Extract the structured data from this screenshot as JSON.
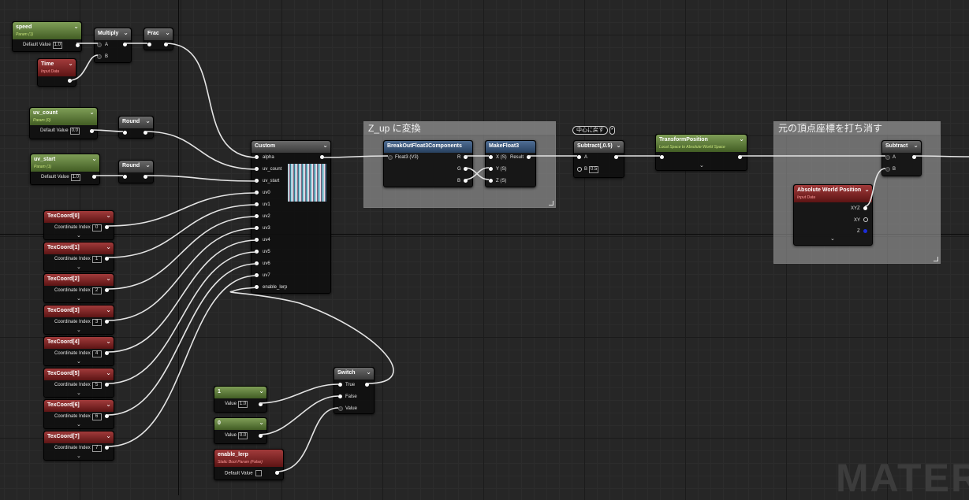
{
  "comments": {
    "zup": "Z_up に変換",
    "remove_vertex": "元の頂点座標を打ち消す"
  },
  "tag_center": "中心に戻す",
  "watermark": "MATER",
  "nodes": {
    "speed": {
      "title": "speed",
      "sub": "Param (1)",
      "label": "Default Value",
      "value": "1.0"
    },
    "time": {
      "title": "Time",
      "sub": "Input Data"
    },
    "multiply": {
      "title": "Multiply",
      "a": "A",
      "b": "B"
    },
    "frac": {
      "title": "Frac"
    },
    "uv_count": {
      "title": "uv_count",
      "sub": "Param (0)",
      "label": "Default Value",
      "value": "0.0"
    },
    "uv_start": {
      "title": "uv_start",
      "sub": "Param (1)",
      "label": "Default Value",
      "value": "1.0"
    },
    "round1": {
      "title": "Round"
    },
    "round2": {
      "title": "Round"
    },
    "custom": {
      "title": "Custom",
      "inputs": [
        "alpha",
        "uv_count",
        "uv_start",
        "uv0",
        "uv1",
        "uv2",
        "uv3",
        "uv4",
        "uv5",
        "uv6",
        "uv7",
        "enable_lerp"
      ]
    },
    "texcoords": [
      {
        "title": "TexCoord[0]",
        "label": "Coordinate Index",
        "value": "0"
      },
      {
        "title": "TexCoord[1]",
        "label": "Coordinate Index",
        "value": "1"
      },
      {
        "title": "TexCoord[2]",
        "label": "Coordinate Index",
        "value": "2"
      },
      {
        "title": "TexCoord[3]",
        "label": "Coordinate Index",
        "value": "3"
      },
      {
        "title": "TexCoord[4]",
        "label": "Coordinate Index",
        "value": "4"
      },
      {
        "title": "TexCoord[5]",
        "label": "Coordinate Index",
        "value": "5"
      },
      {
        "title": "TexCoord[6]",
        "label": "Coordinate Index",
        "value": "6"
      },
      {
        "title": "TexCoord[7]",
        "label": "Coordinate Index",
        "value": "7"
      }
    ],
    "breakout": {
      "title": "BreakOutFloat3Components",
      "input": "Float3 (V3)",
      "outputs": [
        "R",
        "G",
        "B"
      ]
    },
    "makefloat": {
      "title": "MakeFloat3",
      "inputs": [
        "X (S)",
        "Y (S)",
        "Z (S)"
      ],
      "output": "Result"
    },
    "subtract05": {
      "title": "Subtract(,0.5)",
      "a": "A",
      "b": "B",
      "bvalue": "0.5"
    },
    "transform": {
      "title": "TransformPosition",
      "sub": "Local Space to Absolute World Space"
    },
    "subtract": {
      "title": "Subtract",
      "a": "A",
      "b": "B"
    },
    "absworld": {
      "title": "Absolute World Position",
      "sub": "Input Data",
      "outputs": [
        "XYZ",
        "XY",
        "Z"
      ]
    },
    "switch": {
      "title": "Switch",
      "inputs": [
        "True",
        "False",
        "Value"
      ]
    },
    "const1": {
      "title": "1",
      "label": "Value",
      "value": "1.0"
    },
    "const0": {
      "title": "0",
      "label": "Value",
      "value": "0.0"
    },
    "enable_lerp": {
      "title": "enable_lerp",
      "sub": "Static Bool Param (False)",
      "label": "Default Value"
    }
  },
  "colors": {
    "param": "#5c7d35",
    "input_data": "#7d1f1f",
    "function": "#3d5a85",
    "wire": "#e8e8e8",
    "blue_pin": "#1c2dd9"
  }
}
